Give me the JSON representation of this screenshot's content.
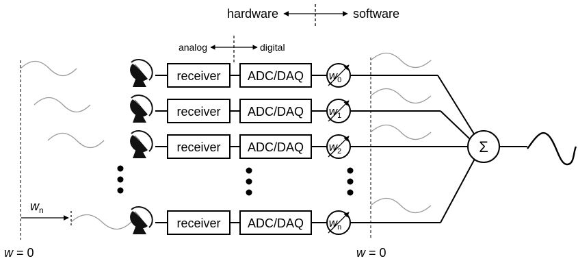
{
  "hw_sw": {
    "left": "hardware",
    "right": "software"
  },
  "an_dig": {
    "left": "analog",
    "right": "digital"
  },
  "receiver_label": "receiver",
  "adc_label": "ADC/DAQ",
  "weights": [
    {
      "w": "w",
      "sub": "0"
    },
    {
      "w": "w",
      "sub": "1"
    },
    {
      "w": "w",
      "sub": "2"
    },
    {
      "w": "w",
      "sub": "n"
    }
  ],
  "sum_symbol": "Σ",
  "wn": {
    "w": "w",
    "sub": "n"
  },
  "w0_left": {
    "w": "w",
    "eq": " = 0"
  },
  "w0_right": {
    "w": "w",
    "eq": " = 0"
  }
}
